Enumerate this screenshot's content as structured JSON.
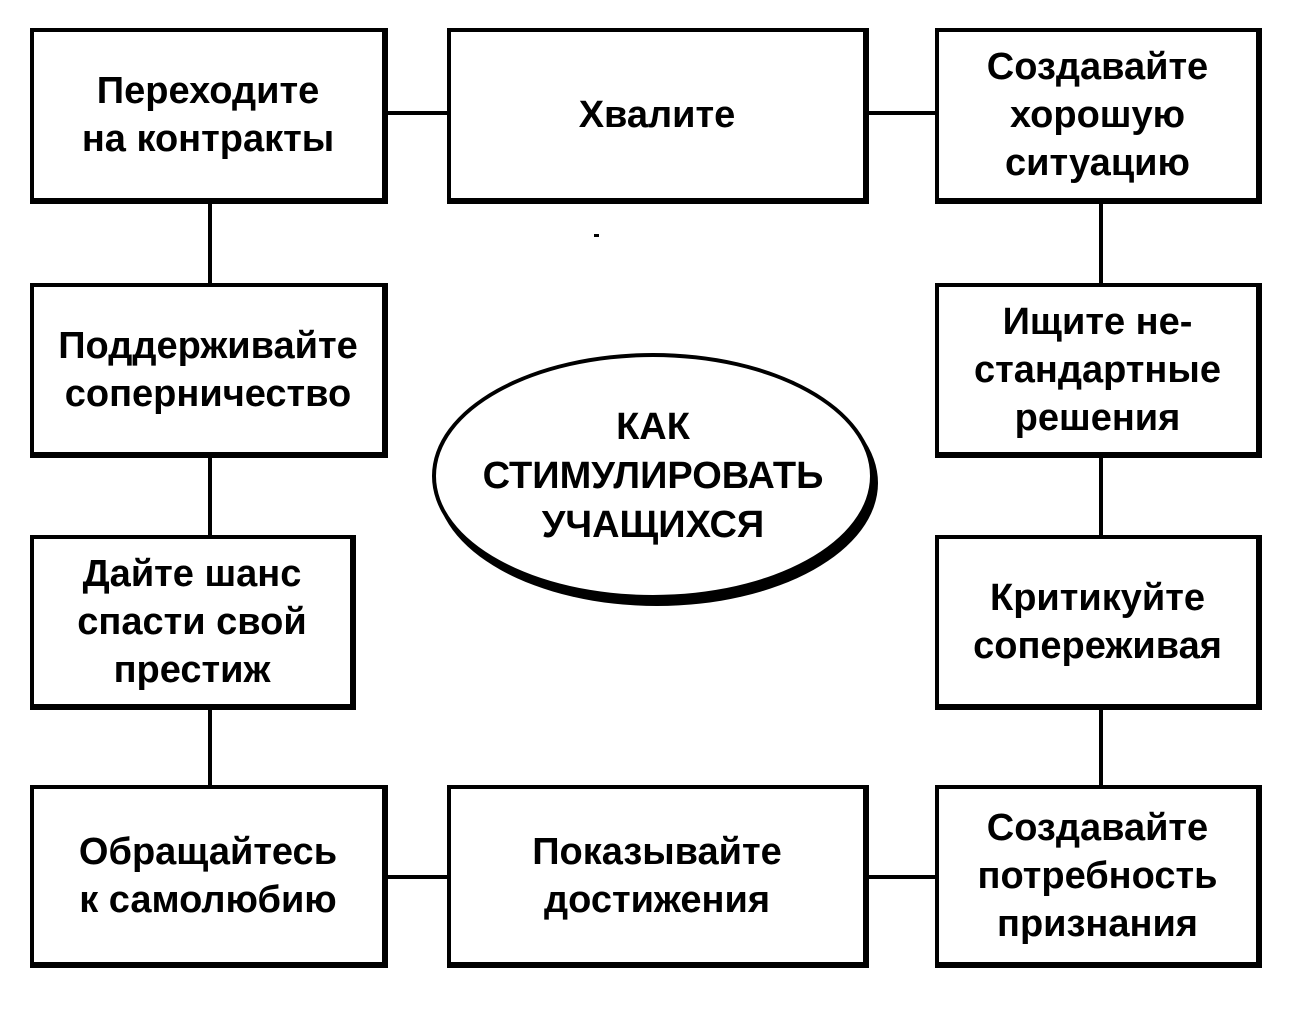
{
  "center": {
    "text": "КАК\nСТИМУЛИРОВАТЬ\nУЧАЩИХСЯ"
  },
  "boxes": {
    "contracts": "Переходите\nна контракты",
    "praise": "Хвалите",
    "good_situation": "Создавайте\nхорошую\nситуацию",
    "rivalry": "Поддерживайте\nсоперничество",
    "nonstandard": "Ищите не-\nстандартные\nрешения",
    "save_face": "Дайте шанс\nспасти свой\nпрестиж",
    "criticize": "Критикуйте\nсопереживая",
    "self_esteem": "Обращайтесь\nк самолюбию",
    "achievements": "Показывайте\nдостижения",
    "recognition": "Создавайте\nпотребность\nпризнания"
  }
}
